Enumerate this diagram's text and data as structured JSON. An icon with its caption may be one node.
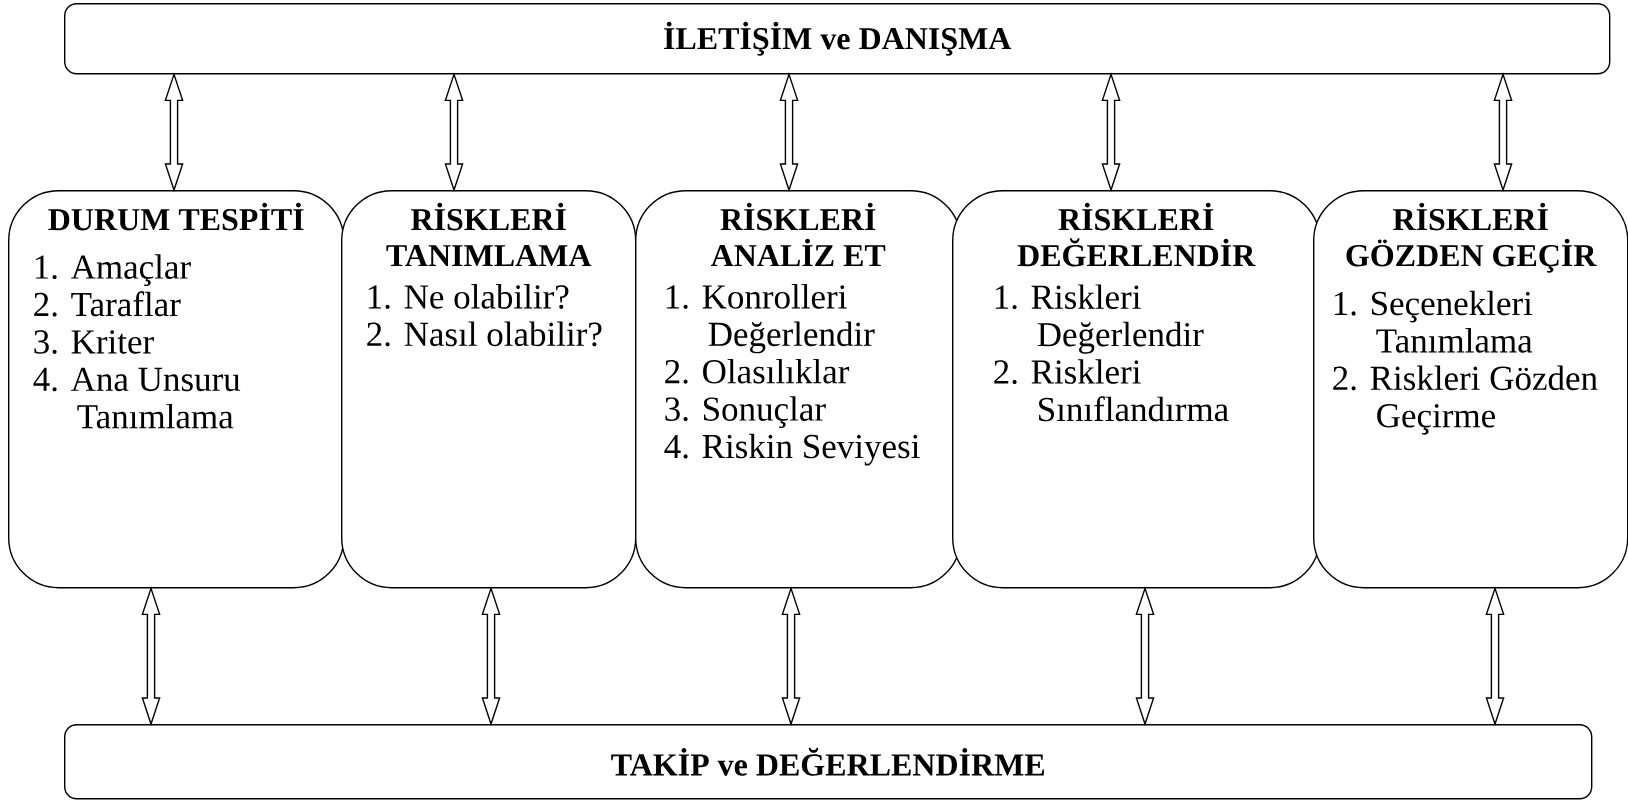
{
  "diagram": {
    "nodes": [
      {
        "text": [
          "İLETİŞİM ve DANIŞMA"
        ]
      },
      {
        "text": [
          "TAKİP ve DEĞERLENDİRME"
        ]
      },
      {
        "text": [
          "DURUM TESPİTİ",
          "1. Amaçlar",
          "2. Taraflar",
          "3. Kriter",
          "4. Ana Unsuru Tanımlama"
        ]
      },
      {
        "text": [
          "RİSKLERİ TANIMLAMA",
          "1. Ne olabilir?",
          "2. Nasıl olabilir?"
        ]
      },
      {
        "text": [
          "RİSKLERİ ANALİZ ET",
          "1. Konrolleri Değerlendir",
          "2. Olasılıklar",
          "3. Sonuçlar",
          "4. Riskin Seviyesi"
        ]
      },
      {
        "text": [
          "RİSKLERİ DEĞERLENDİR",
          "1. Riskleri Değerlendir",
          "2. Riskleri Sınıflandırma"
        ]
      },
      {
        "text": [
          "RİSKLERİ GÖZDEN GEÇİR",
          "1. Seçenekleri Tanımlama",
          "2. Riskleri Gözden Geçirme"
        ]
      }
    ],
    "edges": [
      {
        "from": 0,
        "to": 2,
        "arrow": "both"
      },
      {
        "from": 0,
        "to": 3,
        "arrow": "both"
      },
      {
        "from": 0,
        "to": 4,
        "arrow": "both"
      },
      {
        "from": 0,
        "to": 5,
        "arrow": "both"
      },
      {
        "from": 0,
        "to": 6,
        "arrow": "both"
      },
      {
        "from": 2,
        "to": 1,
        "arrow": "both"
      },
      {
        "from": 3,
        "to": 1,
        "arrow": "both"
      },
      {
        "from": 4,
        "to": 1,
        "arrow": "both"
      },
      {
        "from": 5,
        "to": 1,
        "arrow": "both"
      },
      {
        "from": 6,
        "to": 1,
        "arrow": "both"
      }
    ]
  }
}
